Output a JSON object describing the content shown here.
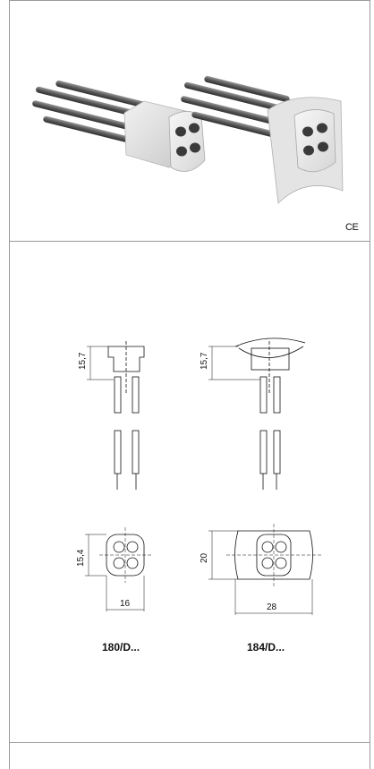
{
  "certification_mark": "CE",
  "products": [
    {
      "code": "180/D...",
      "side_dimension": "15,7",
      "front_height": "15,4",
      "front_width": "16"
    },
    {
      "code": "184/D...",
      "side_dimension": "15,7",
      "front_height": "20",
      "front_width": "28"
    }
  ]
}
